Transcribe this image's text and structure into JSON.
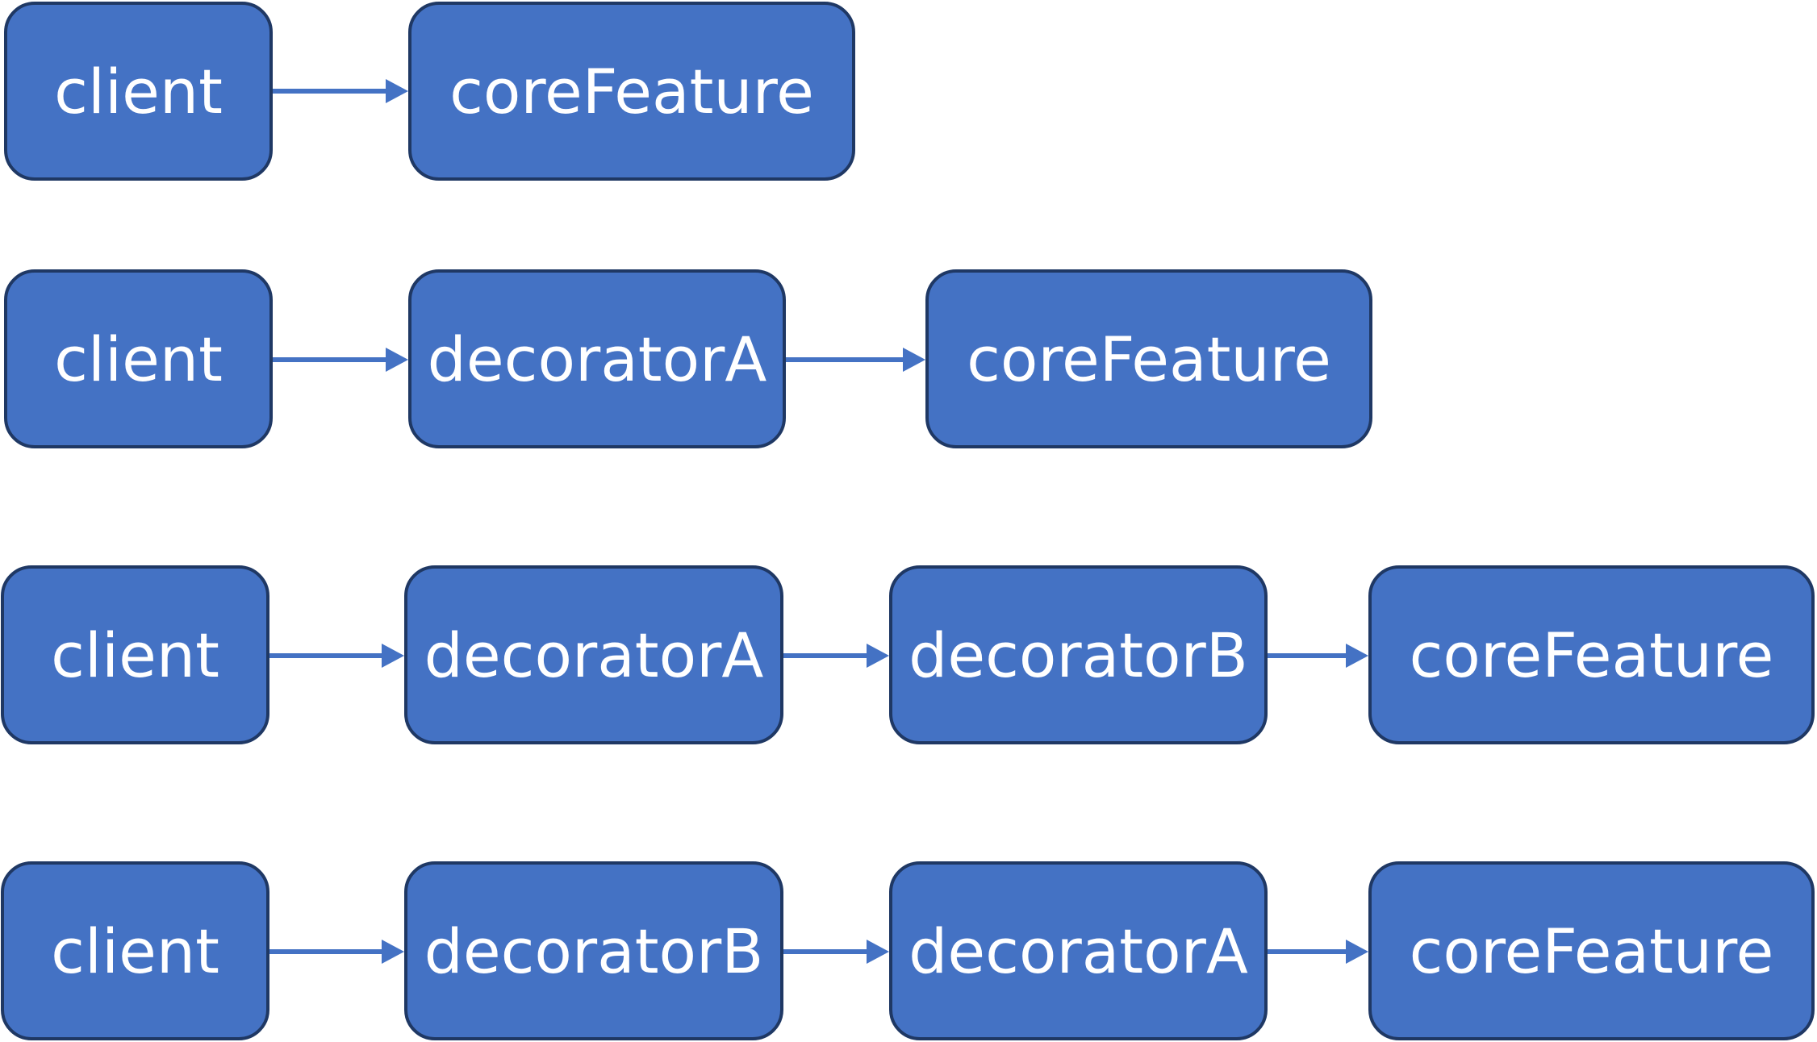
{
  "colors": {
    "node_fill": "#4472C4",
    "node_border": "#1F3864",
    "node_text": "#FFFFFF",
    "arrow": "#4472C4"
  },
  "rows": [
    {
      "nodes": [
        "client",
        "coreFeature"
      ]
    },
    {
      "nodes": [
        "client",
        "decoratorA",
        "coreFeature"
      ]
    },
    {
      "nodes": [
        "client",
        "decoratorA",
        "decoratorB",
        "coreFeature"
      ]
    },
    {
      "nodes": [
        "client",
        "decoratorB",
        "decoratorA",
        "coreFeature"
      ]
    }
  ]
}
